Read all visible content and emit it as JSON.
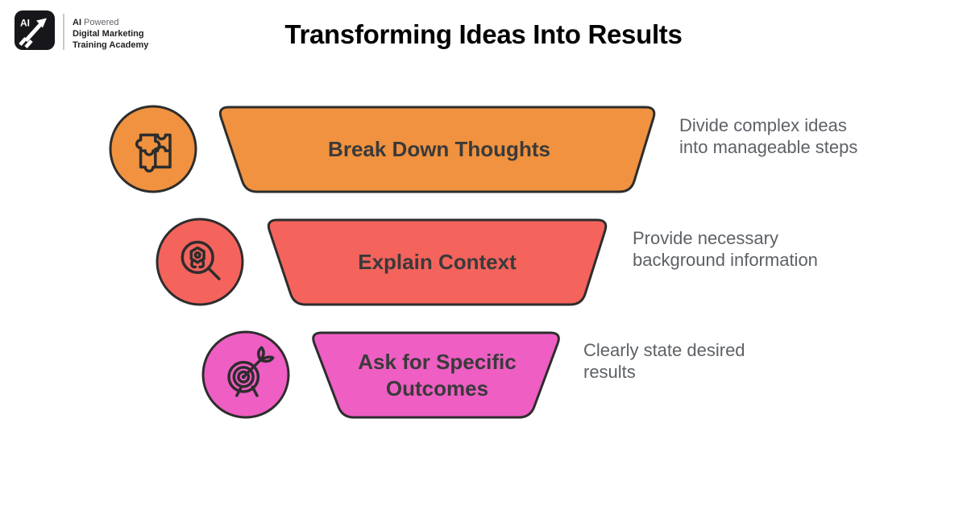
{
  "header": {
    "logo_square_label": "AI",
    "logo_line1_bold": "AI",
    "logo_line1_rest": " Powered",
    "logo_line2": "Digital Marketing",
    "logo_line3": "Training Academy",
    "title": "Transforming Ideas Into Results"
  },
  "funnel": {
    "outline_color": "#2d2d2d",
    "label_color": "#3a3a3a",
    "description_color": "#5d6166",
    "steps": [
      {
        "label": "Break Down Thoughts",
        "description": "Divide complex ideas into manageable steps",
        "color": "#F0923F",
        "icon": "puzzle-icon"
      },
      {
        "label": "Explain Context",
        "description": "Provide necessary background information",
        "color": "#F4635C",
        "icon": "magnifier-robot-icon"
      },
      {
        "label": "Ask for Specific Outcomes",
        "description": "Clearly state desired results",
        "color": "#EE5EC3",
        "icon": "target-dart-icon"
      }
    ]
  }
}
